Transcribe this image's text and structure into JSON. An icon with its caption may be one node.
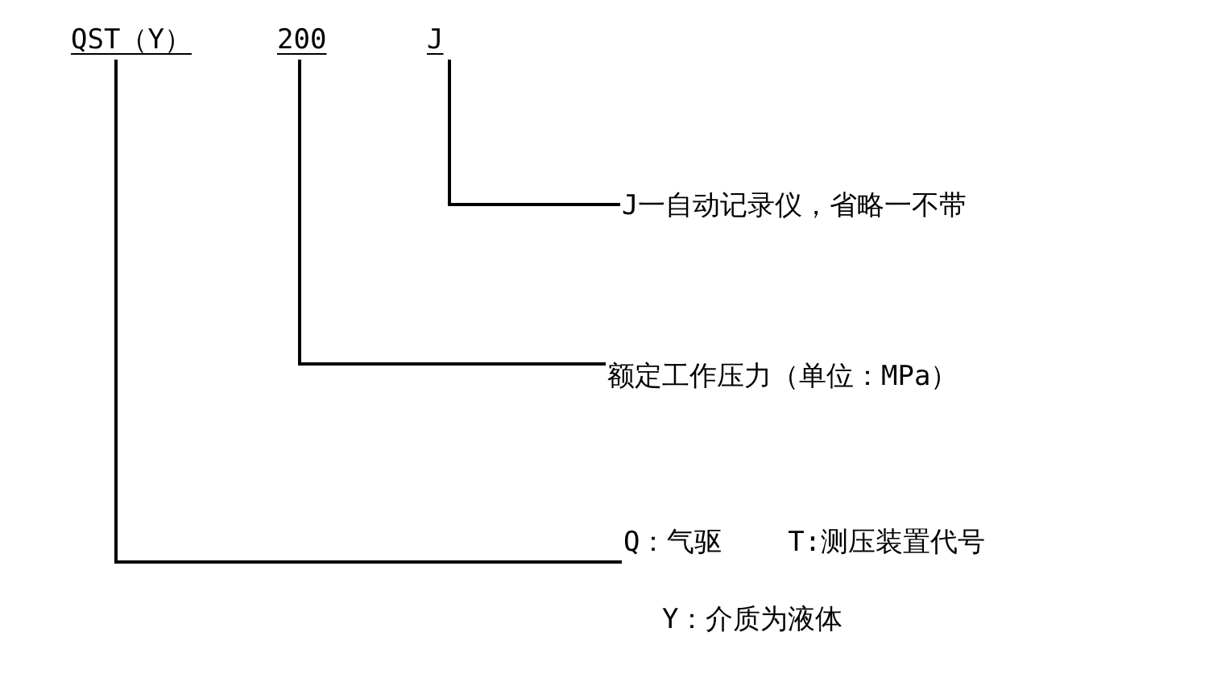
{
  "diagram": {
    "nodes": [
      {
        "text": [
          "QST（Y）"
        ]
      },
      {
        "text": [
          "200"
        ]
      },
      {
        "text": [
          "J"
        ]
      },
      {
        "text": [
          "J一自动记录仪，省略一不带"
        ]
      },
      {
        "text": [
          "额定工作压力（单位：MPa）"
        ]
      },
      {
        "text": [
          "Q：气驱    T:测压装置代号",
          "Y：介质为液体"
        ]
      }
    ],
    "edges": [
      {
        "from": 2,
        "to": 3,
        "arrow": "none"
      },
      {
        "from": 1,
        "to": 4,
        "arrow": "none"
      },
      {
        "from": 0,
        "to": 5,
        "arrow": "none"
      }
    ]
  }
}
